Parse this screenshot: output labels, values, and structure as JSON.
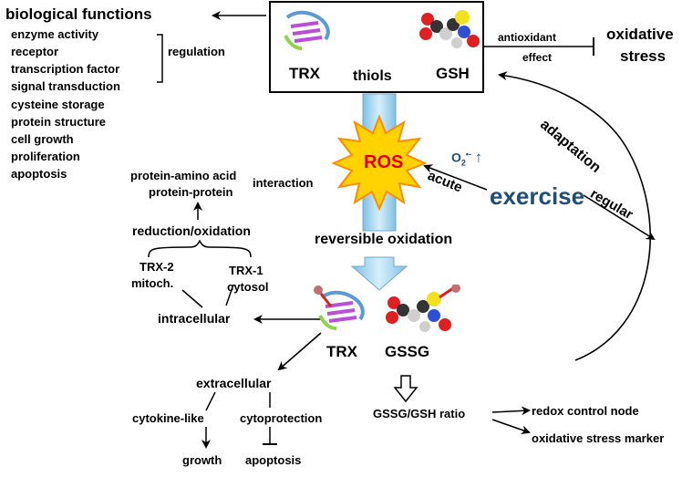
{
  "left_list": {
    "title": "biological functions",
    "items": [
      "enzyme activity",
      "receptor",
      "transcription factor",
      "signal transduction",
      "cysteine storage",
      "protein structure",
      "cell growth",
      "proliferation",
      "apoptosis"
    ],
    "regulation": "regulation"
  },
  "top_box": {
    "trx": "TRX",
    "thiols": "thiols",
    "gsh": "GSH"
  },
  "antioxidant": {
    "line1": "antioxidant",
    "line2": "effect"
  },
  "oxidative_stress": {
    "line1": "oxidative",
    "line2": "stress"
  },
  "adaptation": "adaptation",
  "ros": "ROS",
  "superoxide": {
    "o2": "O",
    "sub": "2",
    "sup": "•-",
    "arrow": "↑"
  },
  "acute": "acute",
  "exercise": "exercise",
  "regular": "regular",
  "reversible_oxidation": "reversible oxidation",
  "interaction_block": {
    "protein_amino_acid": "protein-amino acid",
    "protein_protein": "protein-protein",
    "interaction": "interaction",
    "reduction_oxidation": "reduction/oxidation",
    "trx2_l1": "TRX-2",
    "trx2_l2": "mitoch.",
    "trx1_l1": "TRX-1",
    "trx1_l2": "cytosol",
    "intracellular": "intracellular"
  },
  "bottom": {
    "trx": "TRX",
    "gssg": "GSSG",
    "extracellular": "extracellular",
    "cytokine_like": "cytokine-like",
    "cytoprotection": "cytoprotection",
    "growth": "growth",
    "apoptosis": "apoptosis",
    "ratio": "GSSG/GSH ratio",
    "redox_node": "redox control node",
    "stress_marker": "oxidative stress marker"
  },
  "colors": {
    "exercise": "#1f4e79",
    "superoxide": "#1f4e79",
    "ros_text": "#e00000",
    "ros_burst": "#ffd200",
    "ros_burst_edge": "#ff8c00",
    "column": "#a9d8f0",
    "column_edge": "#6fa8c8"
  },
  "icons": [
    "trx-protein-icon",
    "gsh-molecule-icon",
    "ros-burst-icon",
    "down-arrow-icon"
  ]
}
